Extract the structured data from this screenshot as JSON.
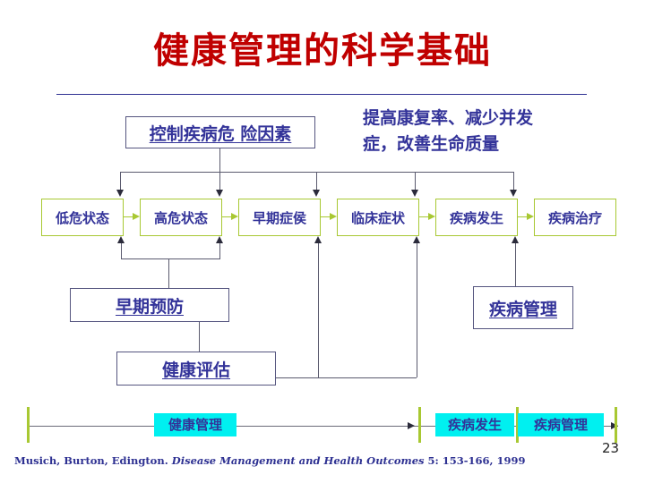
{
  "slide": {
    "title": "健康管理的科学基础",
    "title_color": "#C00000",
    "page_number": "23",
    "background": "#FFFFFF"
  },
  "goal": {
    "line1": "提高康复率、减少并发",
    "line2": "症，改善生命质量",
    "color": "#333399"
  },
  "top_box": {
    "label": "控制疾病危 险因素",
    "border_color": "#55557F",
    "text_color": "#333399"
  },
  "stages": {
    "border_color": "#A8C832",
    "arrow_color": "#A8C832",
    "items": [
      {
        "label": "低危状态"
      },
      {
        "label": "高危状态"
      },
      {
        "label": "早期症侯"
      },
      {
        "label": "临床症状"
      },
      {
        "label": "疾病发生"
      },
      {
        "label": "疾病治疗"
      }
    ]
  },
  "intervention_boxes": [
    {
      "key": "early_prevention",
      "label": "早期预防"
    },
    {
      "key": "health_assessment",
      "label": "健康评估"
    },
    {
      "key": "disease_management",
      "label": "疾病管理"
    }
  ],
  "interventions": {
    "early_prevention": "早期预防",
    "health_assessment": "健康评估",
    "disease_management": "疾病管理"
  },
  "timeline": {
    "highlight_color": "#00F0F0",
    "tick_color": "#A8C832",
    "axis_color": "#6A6A78",
    "labels": [
      {
        "text": "健康管理"
      },
      {
        "text": "疾病发生"
      },
      {
        "text": "疾病管理"
      }
    ]
  },
  "citation": {
    "authors": "Musich, Burton, Edington.",
    "journal": "Disease Management and Health Outcomes",
    "locator": "5: 153-166, 1999"
  }
}
